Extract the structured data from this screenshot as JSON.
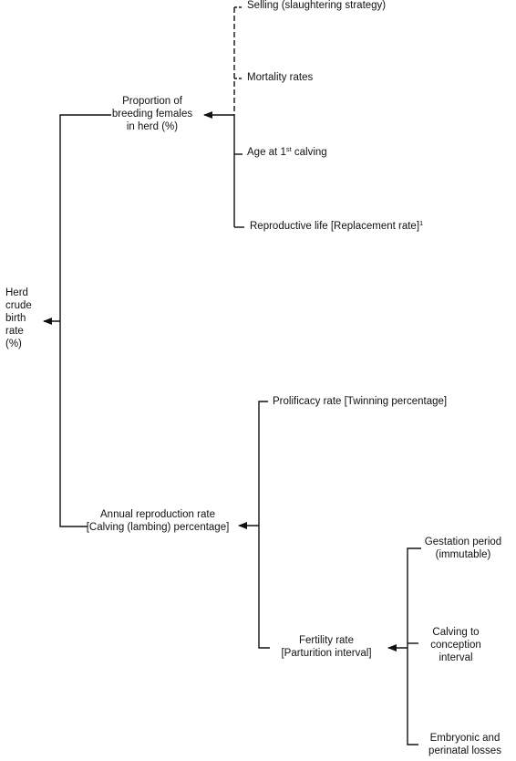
{
  "root": {
    "label": [
      "Herd",
      "crude",
      "birth",
      "rate",
      "(%)"
    ]
  },
  "breeding": {
    "label": [
      "Proportion of",
      "breeding females",
      "in herd (%)"
    ],
    "factors": {
      "selling": "Selling (slaughtering strategy)",
      "mortality": "Mortality rates",
      "age_pre": "Age at 1",
      "age_sup": "st",
      "age_post": " calving",
      "repro": "Reproductive life [Replacement rate]",
      "repro_sup": "1"
    }
  },
  "annual": {
    "label": [
      "Annual reproduction rate",
      "[Calving (lambing) percentage]"
    ],
    "prolificacy": "Prolificacy rate [Twinning percentage]",
    "fertility": {
      "label": [
        "Fertility rate",
        "[Parturition interval]"
      ],
      "factors": {
        "gestation": [
          "Gestation period",
          "(immutable)"
        ],
        "calving": [
          "Calving to",
          "conception",
          "interval"
        ],
        "embryonic": [
          "Embryonic and",
          "perinatal losses"
        ]
      }
    }
  }
}
